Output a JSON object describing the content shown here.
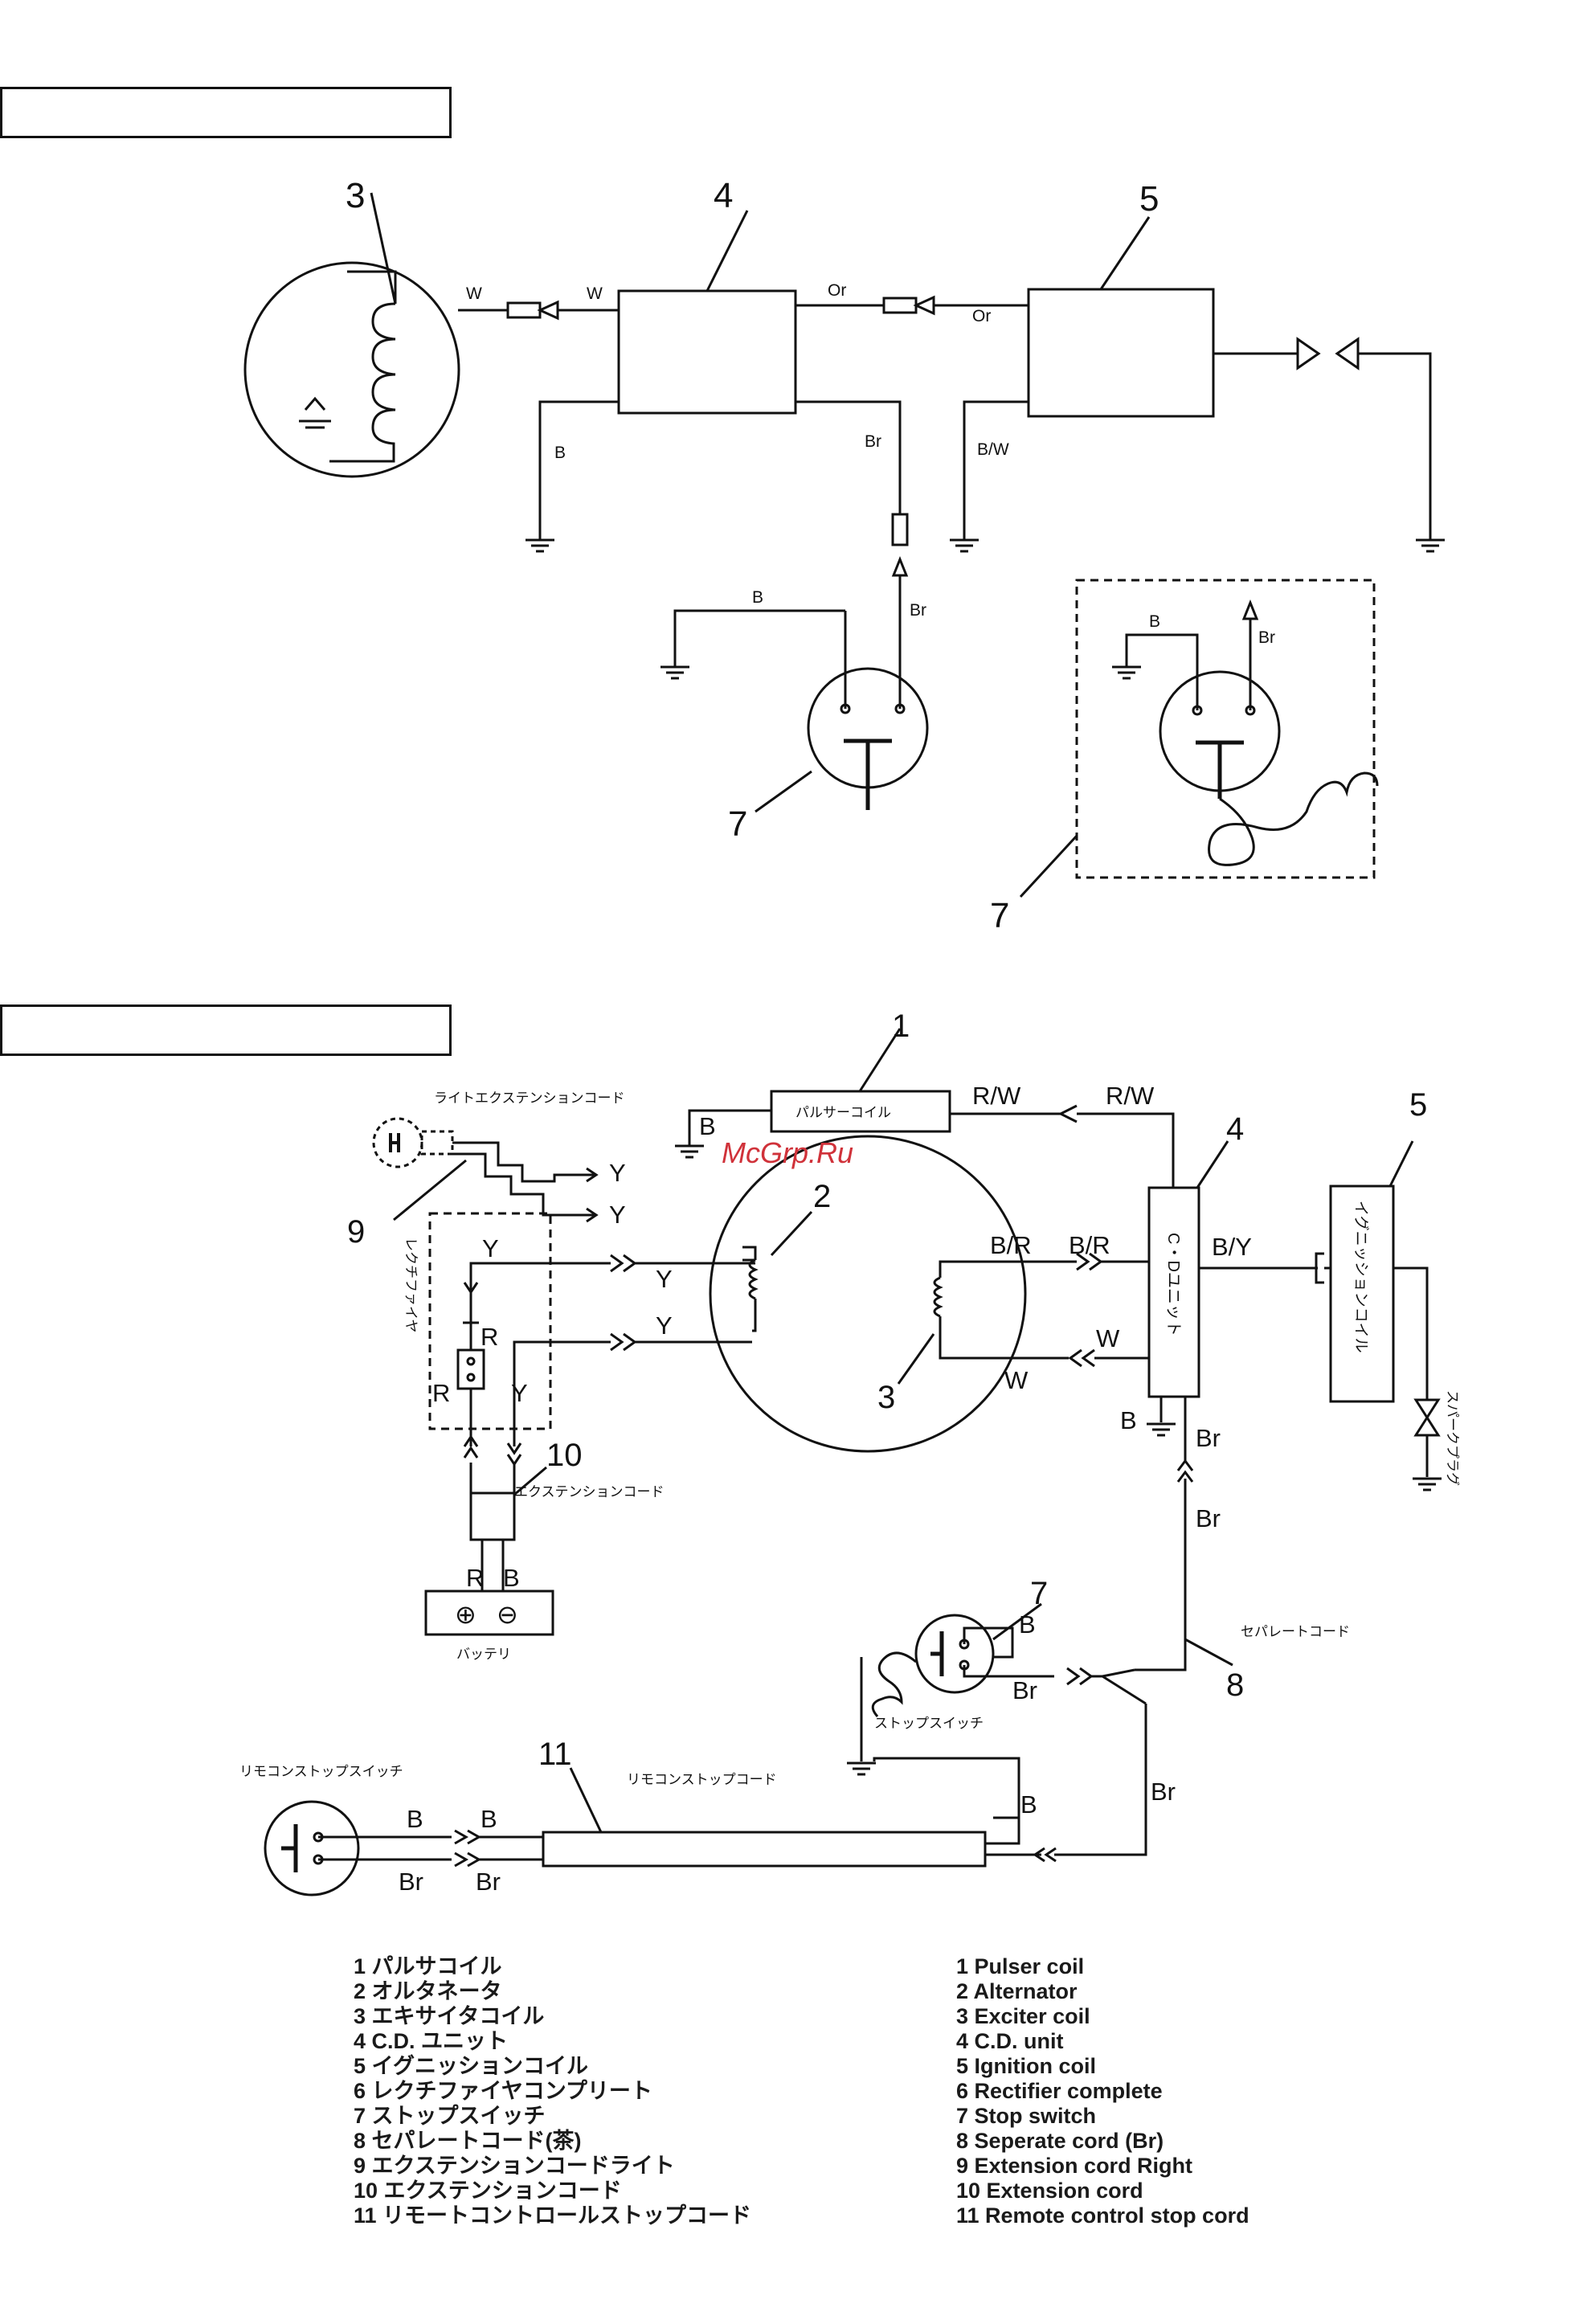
{
  "headers": [
    "",
    ""
  ],
  "watermark": "McGrp.Ru",
  "top_diagram": {
    "callouts": [
      "3",
      "4",
      "5",
      "7",
      "7"
    ],
    "wires": {
      "w1": "W",
      "w2": "W",
      "or1": "Or",
      "or2": "Or",
      "b1": "B",
      "br1": "Br",
      "bw": "B/W",
      "b2": "B",
      "br2": "Br",
      "b3": "B",
      "br3": "Br"
    }
  },
  "bottom_diagram": {
    "callouts": [
      "1",
      "2",
      "3",
      "4",
      "5",
      "7",
      "8",
      "9",
      "10",
      "11"
    ],
    "component_labels": {
      "pulser": "パルサーコイル",
      "cdi": "C・Dユニット",
      "ignition": "イグニッションコイル",
      "spark": "スパークプラグ",
      "rectifier": "レクチファイヤ",
      "light_ext": "ライトエクステンションコード",
      "ext_cord": "エクステンションコード",
      "battery": "バッテリ",
      "stop_sw": "ストップスイッチ",
      "separate": "セパレートコード",
      "remote_sw": "リモコンストップスイッチ",
      "remote_cord": "リモコンストップコード"
    },
    "wires": {
      "rw1": "R/W",
      "rw2": "R/W",
      "b_pulser": "B",
      "y1": "Y",
      "y2": "Y",
      "y3": "Y",
      "y4": "Y",
      "y5": "Y",
      "y6": "Y",
      "br_a": "B/R",
      "br_b": "B/R",
      "by": "B/Y",
      "w1": "W",
      "w2": "W",
      "b_cdi": "B",
      "br_cdi1": "Br",
      "br_cdi2": "Br",
      "r1": "R",
      "r2": "R",
      "r3": "R",
      "b_bat": "B",
      "b_sw": "B",
      "br_sw": "Br",
      "b_gnd": "B",
      "br_right": "Br",
      "b_rem1": "B",
      "b_rem2": "B",
      "br_rem1": "Br",
      "br_rem2": "Br",
      "plus": "⊕",
      "minus": "⊖"
    }
  },
  "legend_jp": [
    "1 パルサコイル",
    "2 オルタネータ",
    "3 エキサイタコイル",
    "4 C.D. ユニット",
    "5 イグニッションコイル",
    "6 レクチファイヤコンプリート",
    "7 ストップスイッチ",
    "8 セパレートコード(茶)",
    "9 エクステンションコードライト",
    "10 エクステンションコード",
    "11 リモートコントロールストップコード"
  ],
  "legend_en": [
    "1 Pulser coil",
    "2 Alternator",
    "3 Exciter coil",
    "4 C.D. unit",
    "5 Ignition coil",
    "6 Rectifier complete",
    "7 Stop switch",
    "8 Seperate cord (Br)",
    "9 Extension cord Right",
    "10 Extension cord",
    "11 Remote control stop cord"
  ]
}
